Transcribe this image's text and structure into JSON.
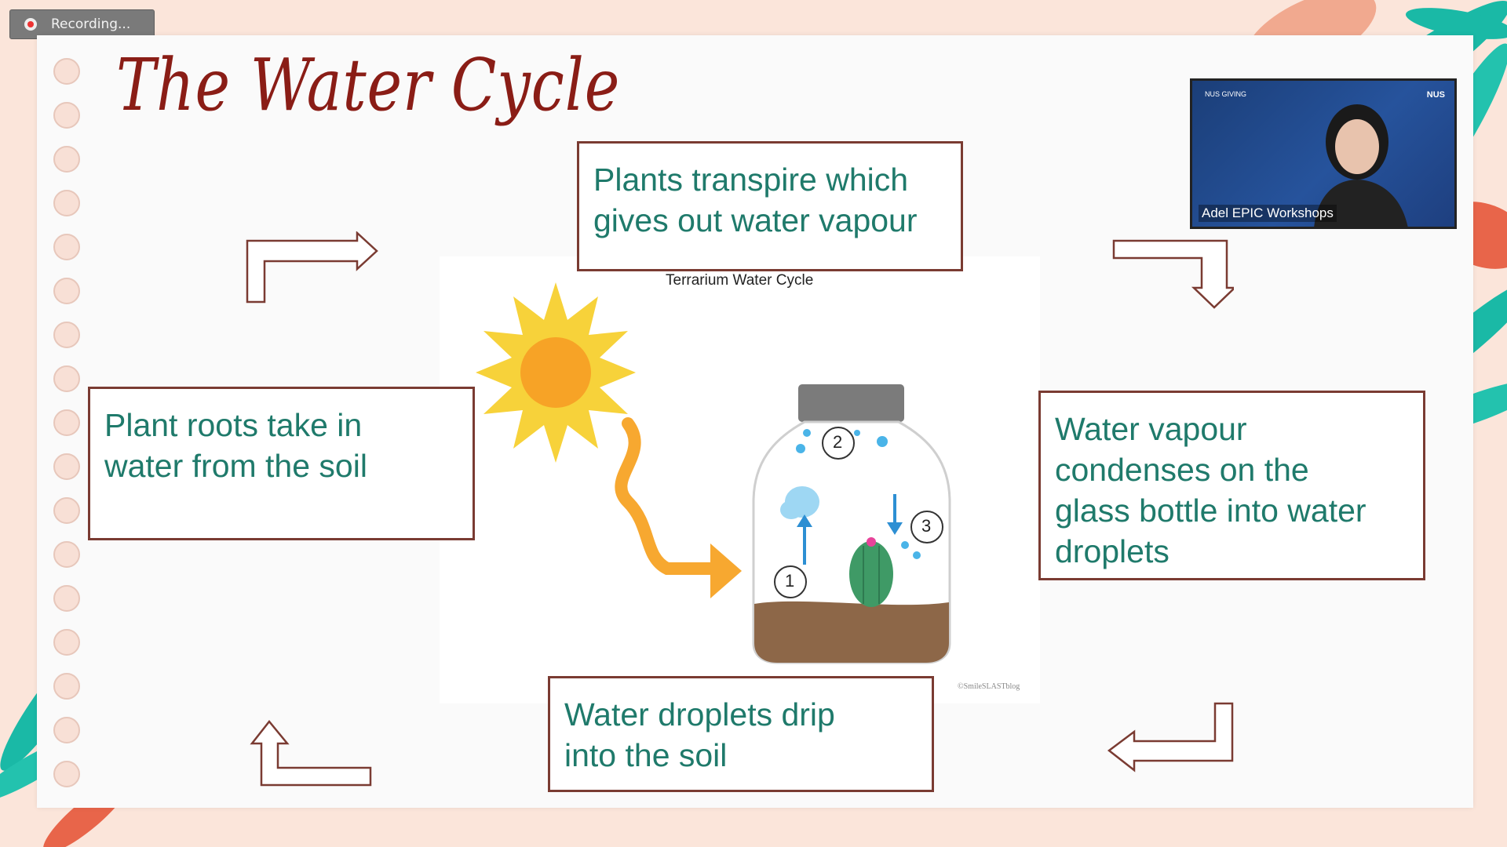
{
  "recording": {
    "label": "Recording..."
  },
  "slide": {
    "title": "The Water Cycle",
    "boxes": {
      "transpire": [
        "Plants transpire which",
        "gives out water vapour"
      ],
      "roots": [
        "Plant roots take in",
        "water from the soil"
      ],
      "condense": [
        "Water vapour",
        "condenses on the",
        "glass bottle into water",
        "droplets"
      ],
      "drip": [
        "Water droplets drip",
        "into the soil"
      ]
    },
    "diagram": {
      "caption": "Terrarium Water Cycle",
      "steps": [
        "1",
        "2",
        "3"
      ],
      "credit": "©SmileSLASTblog"
    }
  },
  "video": {
    "participant_name": "Adel EPIC Workshops",
    "logo_left": "NUS GIVING",
    "logo_right": "NUS"
  },
  "colors": {
    "title": "#8a1d16",
    "box_text": "#1f7a6b",
    "box_border": "#7a3b32",
    "leaf_teal": "#1ab9a6",
    "leaf_orange": "#e8654a"
  },
  "icons": [
    "record-icon",
    "leaf-icon",
    "arrow-icon",
    "sun-icon",
    "terrarium-icon"
  ]
}
